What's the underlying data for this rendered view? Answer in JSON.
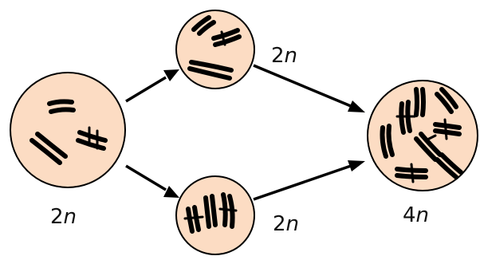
{
  "diagram": {
    "labels": {
      "parent": {
        "number": "2",
        "letter": "n"
      },
      "daughter_top": {
        "number": "2",
        "letter": "n"
      },
      "daughter_bottom": {
        "number": "2",
        "letter": "n"
      },
      "fused": {
        "number": "4",
        "letter": "n"
      }
    },
    "colors": {
      "cell_fill": "#fcdcc3",
      "outline": "#000000",
      "chromosome": "#000000"
    }
  }
}
